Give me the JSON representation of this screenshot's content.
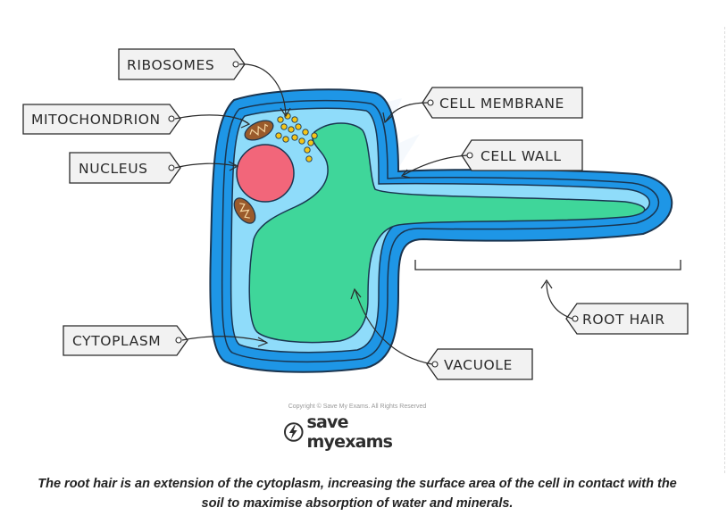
{
  "labels": {
    "ribosomes": "RIBOSOMES",
    "mitochondrion": "MITOCHONDRION",
    "nucleus": "NUCLEUS",
    "cytoplasm": "CYTOPLASM",
    "cell_membrane": "CELL MEMBRANE",
    "cell_wall": "CELL WALL",
    "root_hair": "ROOT HAIR",
    "vacuole": "VACUOLE"
  },
  "copyright": "Copyright © Save My Exams. All Rights Reserved",
  "brand": {
    "save": "save",
    "my": "my",
    "exams": "exams"
  },
  "caption": {
    "line1": "The root hair is an extension of the cytoplasm, increasing the surface area of the cell in contact with the",
    "line2": "soil to maximise absorption of water and minerals."
  },
  "colors": {
    "cell_wall": "#1e96e6",
    "cytoplasm": "#8fdcfa",
    "membrane": "#1e96e6",
    "vacuole": "#3fd69a",
    "nucleus": "#f2667a",
    "mitochondrion": "#9a5b2c",
    "ribosome": "#f5c518",
    "label_box": "#f2f2f2"
  }
}
